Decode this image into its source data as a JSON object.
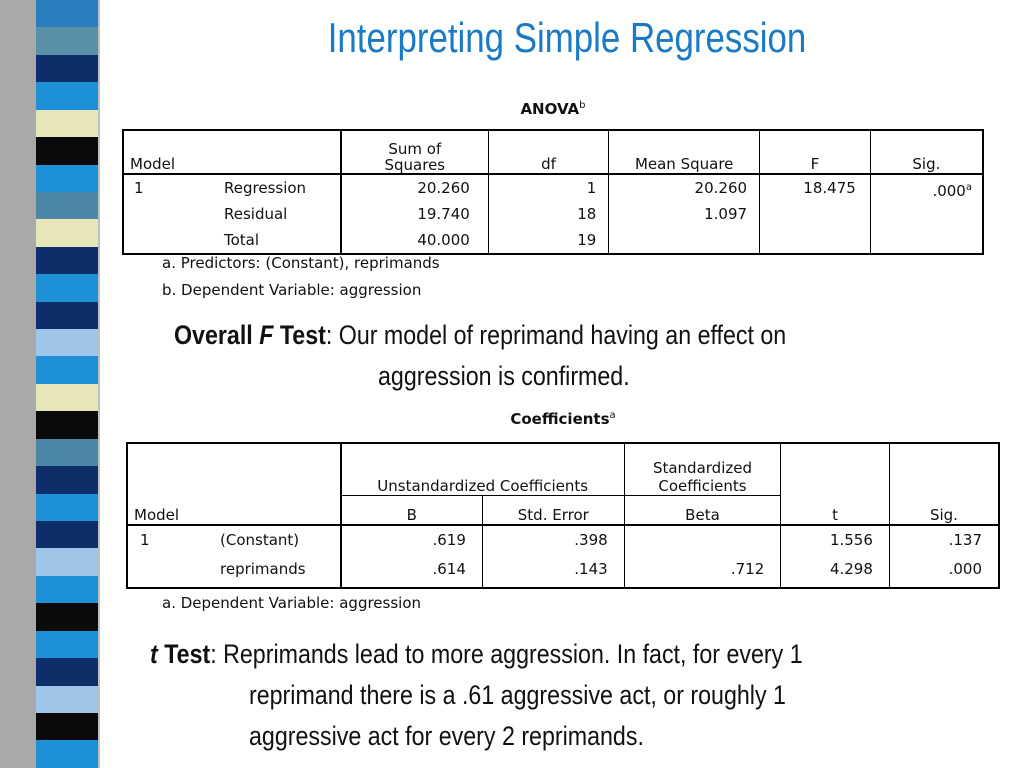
{
  "slide": {
    "title": "Interpreting Simple Regression",
    "stripe_colors": [
      "#2b7ebd",
      "#5a8fa8",
      "#0e2e6a",
      "#1e90d8",
      "#e6e6b8",
      "#0a0a0a",
      "#1e90d8",
      "#4e86a8",
      "#e6e6b8",
      "#0e2e6a",
      "#1e90d8",
      "#0e2e6a",
      "#9fc6e8",
      "#1e90d8",
      "#e6e6b8",
      "#0a0a0a",
      "#4e86a8",
      "#0e2e6a",
      "#1e90d8",
      "#0e2e6a",
      "#9fc6e8",
      "#1e90d8",
      "#0a0a0a",
      "#1e90d8",
      "#0e2e6a",
      "#9fc6e8",
      "#0a0a0a",
      "#1e90d8"
    ]
  },
  "anova": {
    "caption": "ANOVA",
    "caption_sup": "b",
    "headers": {
      "model": "Model",
      "ss_line1": "Sum of",
      "ss_line2": "Squares",
      "df": "df",
      "ms": "Mean Square",
      "f": "F",
      "sig": "Sig."
    },
    "model_num": "1",
    "rows": [
      {
        "label": "Regression",
        "ss": "20.260",
        "df": "1",
        "ms": "20.260",
        "f": "18.475",
        "sig": ".000",
        "sig_sup": "a"
      },
      {
        "label": "Residual",
        "ss": "19.740",
        "df": "18",
        "ms": "1.097",
        "f": "",
        "sig": "",
        "sig_sup": ""
      },
      {
        "label": "Total",
        "ss": "40.000",
        "df": "19",
        "ms": "",
        "f": "",
        "sig": "",
        "sig_sup": ""
      }
    ],
    "notes": [
      "a. Predictors: (Constant), reprimands",
      "b. Dependent Variable: aggression"
    ]
  },
  "f_test": {
    "bold_a": "Overall ",
    "bold_italic": "F",
    "bold_b": " Test",
    "line1_rest": ": Our model of reprimand having an effect on",
    "line2": "aggression is confirmed."
  },
  "coef": {
    "caption": "Coefficients",
    "caption_sup": "a",
    "headers": {
      "model": "Model",
      "unstd": "Unstandardized Coefficients",
      "std_line1": "Standardized",
      "std_line2": "Coefficients",
      "b": "B",
      "se": "Std. Error",
      "beta": "Beta",
      "t": "t",
      "sig": "Sig."
    },
    "model_num": "1",
    "rows": [
      {
        "label": "(Constant)",
        "b": ".619",
        "se": ".398",
        "beta": "",
        "t": "1.556",
        "sig": ".137"
      },
      {
        "label": "reprimands",
        "b": ".614",
        "se": ".143",
        "beta": ".712",
        "t": "4.298",
        "sig": ".000"
      }
    ],
    "notes": [
      "a. Dependent Variable: aggression"
    ]
  },
  "t_test": {
    "bold_italic": "t",
    "bold": " Test",
    "line1_rest": ": Reprimands lead to more aggression.  In fact, for every 1",
    "line2": "reprimand there is a .61 aggressive act, or roughly 1",
    "line3": "aggressive act for every 2 reprimands."
  }
}
